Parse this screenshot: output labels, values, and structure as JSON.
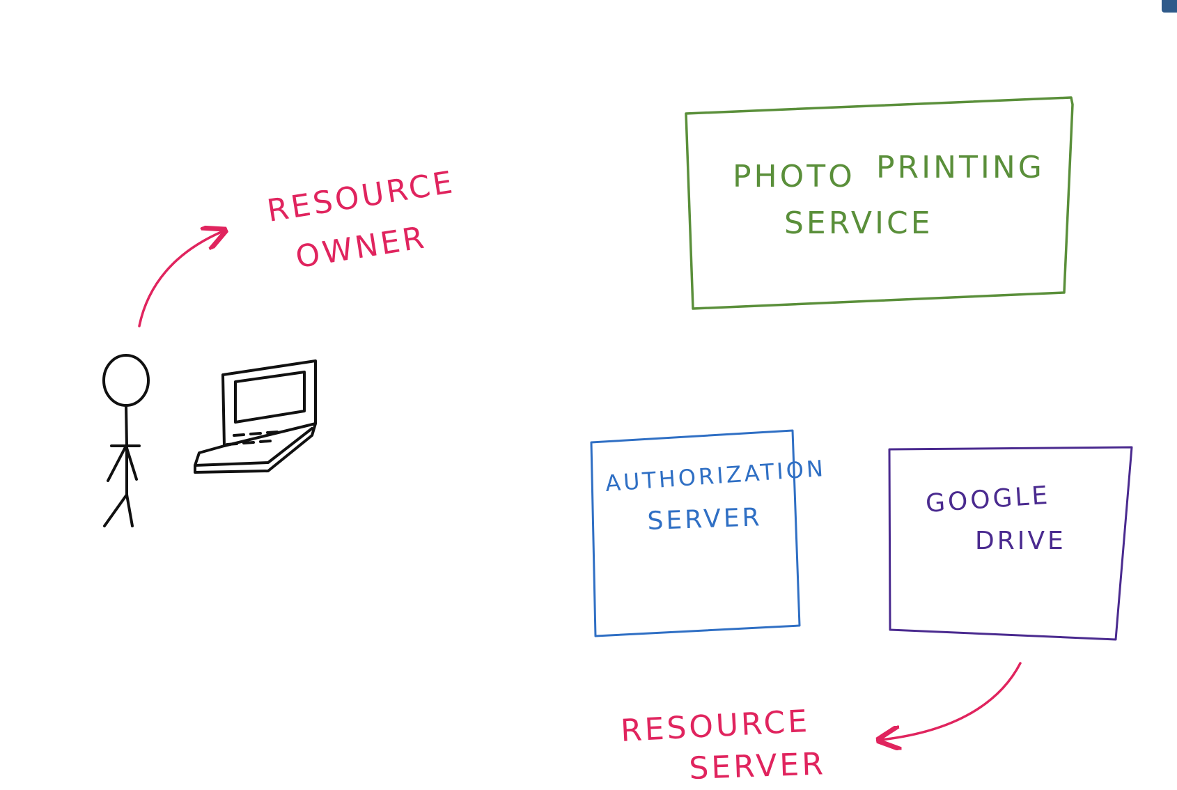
{
  "labels": {
    "resource_owner_line1": "RESOURCE",
    "resource_owner_line2": "OWNER",
    "photo_line1": "PHOTO",
    "photo_line2": "PRINTING",
    "photo_line3": "SERVICE",
    "auth_line1": "AUTHORIZATION",
    "auth_line2": "SERVER",
    "gdrive_line1": "GOOGLE",
    "gdrive_line2": "DRIVE",
    "resource_server_line1": "RESOURCE",
    "resource_server_line2": "SERVER"
  },
  "colors": {
    "red": "#e0245e",
    "green": "#5a8f3a",
    "blue": "#2f6fc4",
    "purple": "#4a2a8f",
    "ink": "#111111"
  }
}
